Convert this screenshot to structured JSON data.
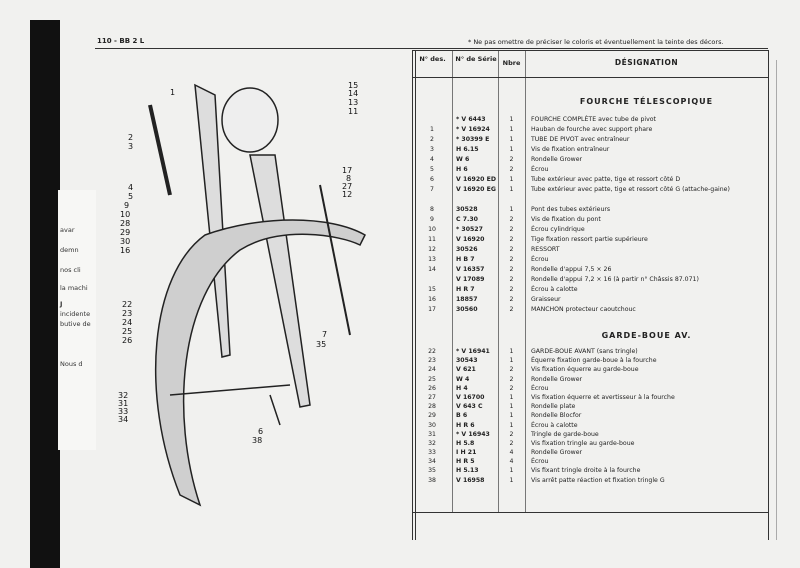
{
  "header": {
    "page_label": "110 - BB 2 L",
    "note": "* Ne pas omettre de préciser le coloris et éventuellement la teinte des décors."
  },
  "fragment_text": [
    "avar",
    "demn",
    "nos cli",
    "la machi",
    "J",
    "incidente",
    "butive de",
    "Nous d"
  ],
  "table": {
    "columns": {
      "num": "N° des.",
      "serial": "N° de Série",
      "qty": "Nbre",
      "designation": "DÉSIGNATION"
    },
    "sections": [
      {
        "title": "FOURCHE TÉLESCOPIQUE",
        "rows": [
          {
            "num": "",
            "serial": "* V 6443",
            "qty": "1",
            "designation": "FOURCHE COMPLÈTE avec tube de pivot"
          },
          {
            "num": "1",
            "serial": "* V 16924",
            "qty": "1",
            "designation": "Hauban de fourche avec support phare"
          },
          {
            "num": "2",
            "serial": "* 30399 E",
            "qty": "1",
            "designation": "TUBE DE PIVOT avec entraîneur"
          },
          {
            "num": "3",
            "serial": "H 6.15",
            "qty": "1",
            "designation": "Vis de fixation entraîneur"
          },
          {
            "num": "4",
            "serial": "W 6",
            "qty": "2",
            "designation": "Rondelle Grower"
          },
          {
            "num": "5",
            "serial": "H 6",
            "qty": "2",
            "designation": "Écrou"
          },
          {
            "num": "6",
            "serial": "V 16920 ED",
            "qty": "1",
            "designation": "Tube extérieur avec patte, tige et ressort côté D"
          },
          {
            "num": "7",
            "serial": "V 16920 EG",
            "qty": "1",
            "designation": "Tube extérieur avec patte, tige et ressort côté G (attache-gaine)"
          },
          {
            "num": "8",
            "serial": "30528",
            "qty": "1",
            "designation": "Pont des tubes extérieurs"
          },
          {
            "num": "9",
            "serial": "C 7.30",
            "qty": "2",
            "designation": "Vis de fixation du pont"
          },
          {
            "num": "10",
            "serial": "* 30527",
            "qty": "2",
            "designation": "Écrou cylindrique"
          },
          {
            "num": "11",
            "serial": "V 16920",
            "qty": "2",
            "designation": "Tige fixation ressort partie supérieure"
          },
          {
            "num": "12",
            "serial": "30526",
            "qty": "2",
            "designation": "RESSORT"
          },
          {
            "num": "13",
            "serial": "H B 7",
            "qty": "2",
            "designation": "Écrou"
          },
          {
            "num": "14",
            "serial": "V 16357",
            "qty": "2",
            "designation": "Rondelle d'appui 7,5 × 26"
          },
          {
            "num": "",
            "serial": "V 17089",
            "qty": "2",
            "designation": "Rondelle d'appui 7,2 × 16 (à partir n° Châssis 87.071)"
          },
          {
            "num": "15",
            "serial": "H R 7",
            "qty": "2",
            "designation": "Écrou à calotte"
          },
          {
            "num": "16",
            "serial": "18857",
            "qty": "2",
            "designation": "Graisseur"
          },
          {
            "num": "17",
            "serial": "30560",
            "qty": "2",
            "designation": "MANCHON protecteur caoutchouc"
          }
        ]
      },
      {
        "title": "GARDE-BOUE AV.",
        "rows": [
          {
            "num": "22",
            "serial": "* V 16941",
            "qty": "1",
            "designation": "GARDE-BOUE AVANT (sans tringle)"
          },
          {
            "num": "23",
            "serial": "30543",
            "qty": "1",
            "designation": "Équerre fixation garde-boue à la fourche"
          },
          {
            "num": "24",
            "serial": "V 621",
            "qty": "2",
            "designation": "Vis fixation équerre au garde-boue"
          },
          {
            "num": "25",
            "serial": "W 4",
            "qty": "2",
            "designation": "Rondelle Grower"
          },
          {
            "num": "26",
            "serial": "H 4",
            "qty": "2",
            "designation": "Écrou"
          },
          {
            "num": "27",
            "serial": "V 16700",
            "qty": "1",
            "designation": "Vis fixation équerre et avertisseur à la fourche"
          },
          {
            "num": "28",
            "serial": "V 643 C",
            "qty": "1",
            "designation": "Rondelle plate"
          },
          {
            "num": "29",
            "serial": "B 6",
            "qty": "1",
            "designation": "Rondelle Blocfor"
          },
          {
            "num": "30",
            "serial": "H R 6",
            "qty": "1",
            "designation": "Écrou à calotte"
          },
          {
            "num": "31",
            "serial": "* V 16943",
            "qty": "2",
            "designation": "Tringle de garde-boue"
          },
          {
            "num": "32",
            "serial": "H 5.8",
            "qty": "2",
            "designation": "Vis fixation tringle au garde-boue"
          },
          {
            "num": "33",
            "serial": "I H 21",
            "qty": "4",
            "designation": "Rondelle Grower"
          },
          {
            "num": "34",
            "serial": "H R 5",
            "qty": "4",
            "designation": "Écrou"
          },
          {
            "num": "35",
            "serial": "H 5.13",
            "qty": "1",
            "designation": "Vis fixant tringle droite à la fourche"
          },
          {
            "num": "38",
            "serial": "V 16958",
            "qty": "1",
            "designation": "Vis arrêt patte réaction et fixation tringle G"
          }
        ]
      }
    ]
  },
  "diagram": {
    "callouts": [
      "1",
      "2",
      "3",
      "4",
      "5",
      "9",
      "10",
      "28",
      "29",
      "30",
      "16",
      "15",
      "14",
      "13",
      "11",
      "17",
      "8",
      "27",
      "12",
      "22",
      "23",
      "24",
      "25",
      "26",
      "7",
      "35",
      "32",
      "31",
      "33",
      "34",
      "6",
      "38"
    ]
  }
}
